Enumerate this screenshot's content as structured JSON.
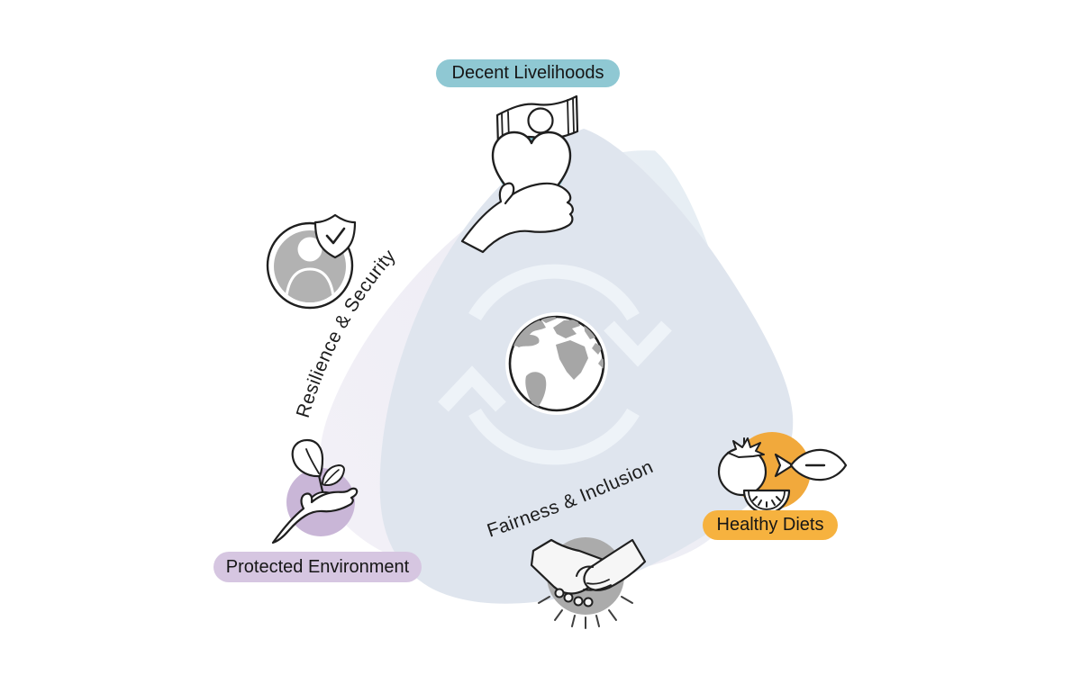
{
  "diagram": {
    "kind": "food-systems-cycle-diagram",
    "center": {
      "icon": "globe-with-cycle-arrows"
    },
    "outcome_badges": {
      "decent_livelihoods": {
        "label": "Decent Livelihoods",
        "color": "#8fc8d3",
        "icon": "hand-offering-heart-and-banknote"
      },
      "healthy_diets": {
        "label": "Healthy Diets",
        "color": "#f6b23f",
        "icon": "tomato-watermelon-fish"
      },
      "protected_environment": {
        "label": "Protected Environment",
        "color": "#d6c6e1",
        "icon": "hand-holding-seedling"
      }
    },
    "cross_cutting_labels": {
      "resilience_security": {
        "label": "Resilience & Security",
        "icon": "person-with-shield"
      },
      "fairness_inclusion": {
        "label": "Fairness & Inclusion",
        "icon": "handshake"
      }
    },
    "colors": {
      "triangle_blue": "#dfe5ee",
      "triangle_light_lavender": "#f1eff6",
      "triangle_light_cyan": "#e4eef3",
      "watermark_arrows": "#eef3f8",
      "teal_circle": "#80c1cf",
      "orange_circle": "#f1a93c",
      "lavender_circle": "#c9b6d7",
      "gray_circle": "#b2b2b2",
      "line_art": "#1f1f1f"
    }
  }
}
